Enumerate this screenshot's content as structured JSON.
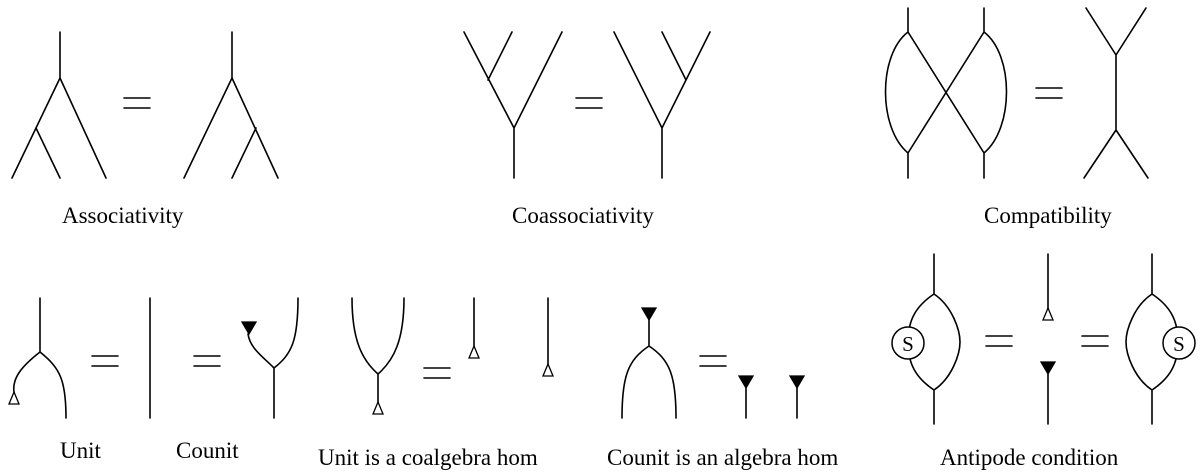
{
  "captions": {
    "associativity": "Associativity",
    "coassociativity": "Coassociativity",
    "compatibility": "Compatibility",
    "unit": "Unit",
    "counit": "Counit",
    "unit_coalgebra_hom": "Unit is a coalgebra hom",
    "counit_algebra_hom": "Counit is an algebra hom",
    "antipode_condition": "Antipode condition"
  },
  "antipode_symbol": "S",
  "equals_symbol": "="
}
